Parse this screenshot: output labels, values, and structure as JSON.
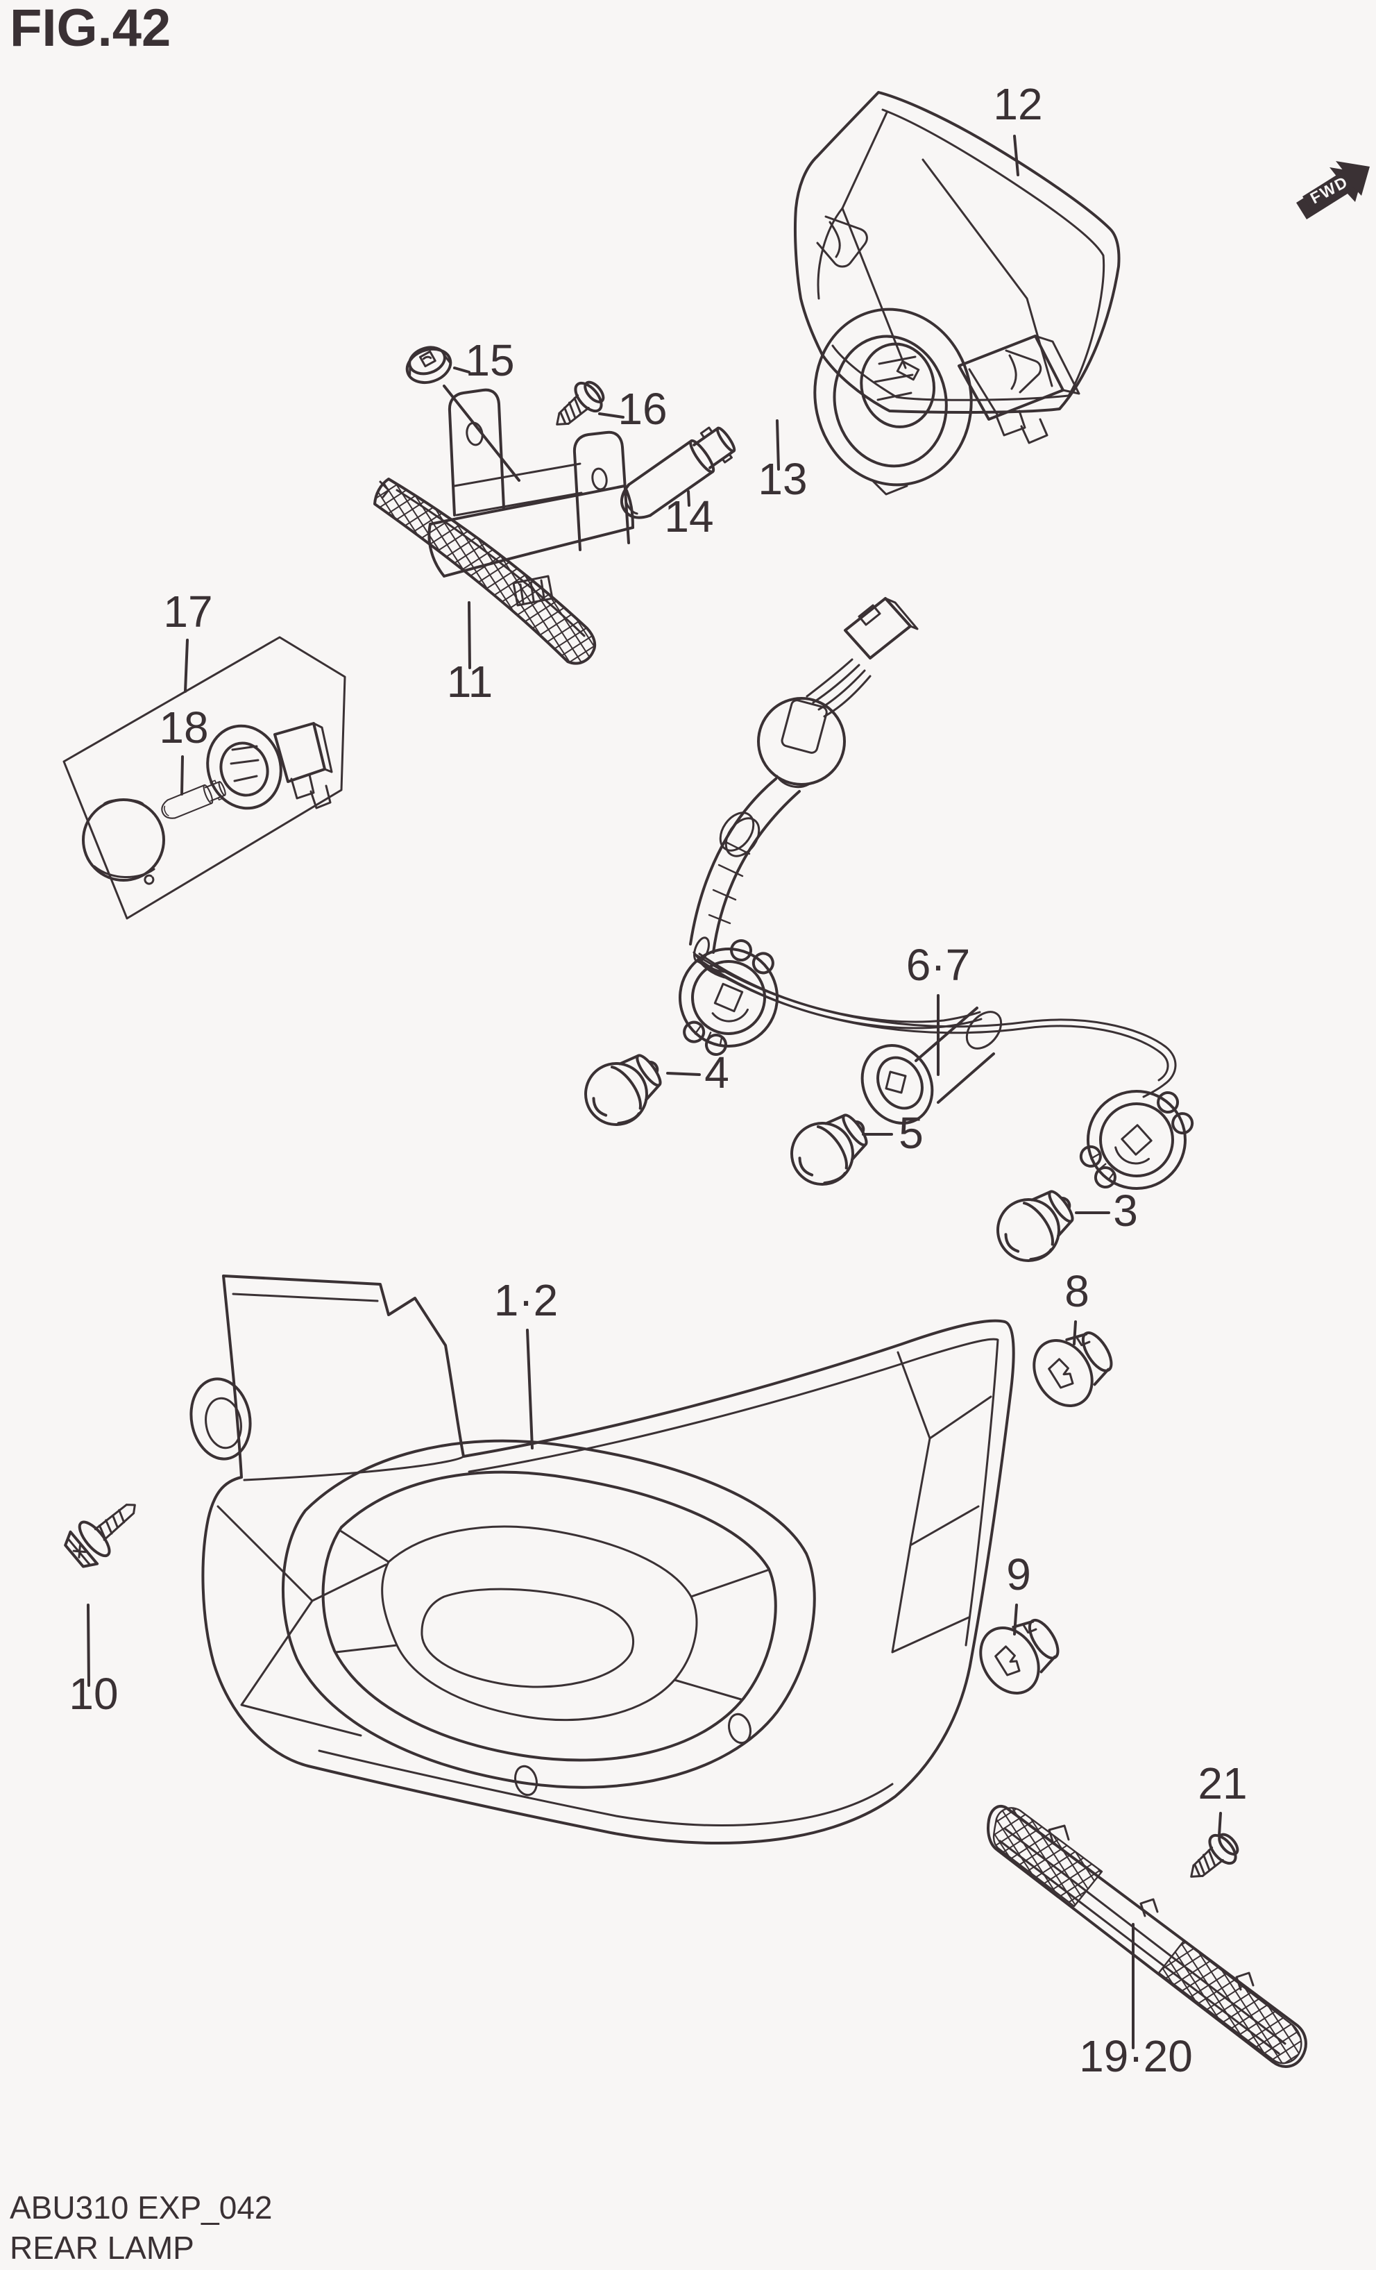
{
  "page": {
    "title": "FIG.42",
    "code": "ABU310 EXP_042",
    "name": "REAR LAMP"
  },
  "fwd": {
    "label": "FWD"
  },
  "colors": {
    "ink": "#3a3134",
    "background": "#f8f6f5"
  },
  "callouts": [
    {
      "id": "1-2",
      "label": "1·2"
    },
    {
      "id": "3",
      "label": "3"
    },
    {
      "id": "4",
      "label": "4"
    },
    {
      "id": "5",
      "label": "5"
    },
    {
      "id": "6-7",
      "label": "6·7"
    },
    {
      "id": "8",
      "label": "8"
    },
    {
      "id": "9",
      "label": "9"
    },
    {
      "id": "10",
      "label": "10"
    },
    {
      "id": "11",
      "label": "11"
    },
    {
      "id": "12",
      "label": "12"
    },
    {
      "id": "13",
      "label": "13"
    },
    {
      "id": "14",
      "label": "14"
    },
    {
      "id": "15",
      "label": "15"
    },
    {
      "id": "16",
      "label": "16"
    },
    {
      "id": "17",
      "label": "17"
    },
    {
      "id": "18",
      "label": "18"
    },
    {
      "id": "19-20",
      "label": "19·20"
    },
    {
      "id": "21",
      "label": "21"
    }
  ]
}
